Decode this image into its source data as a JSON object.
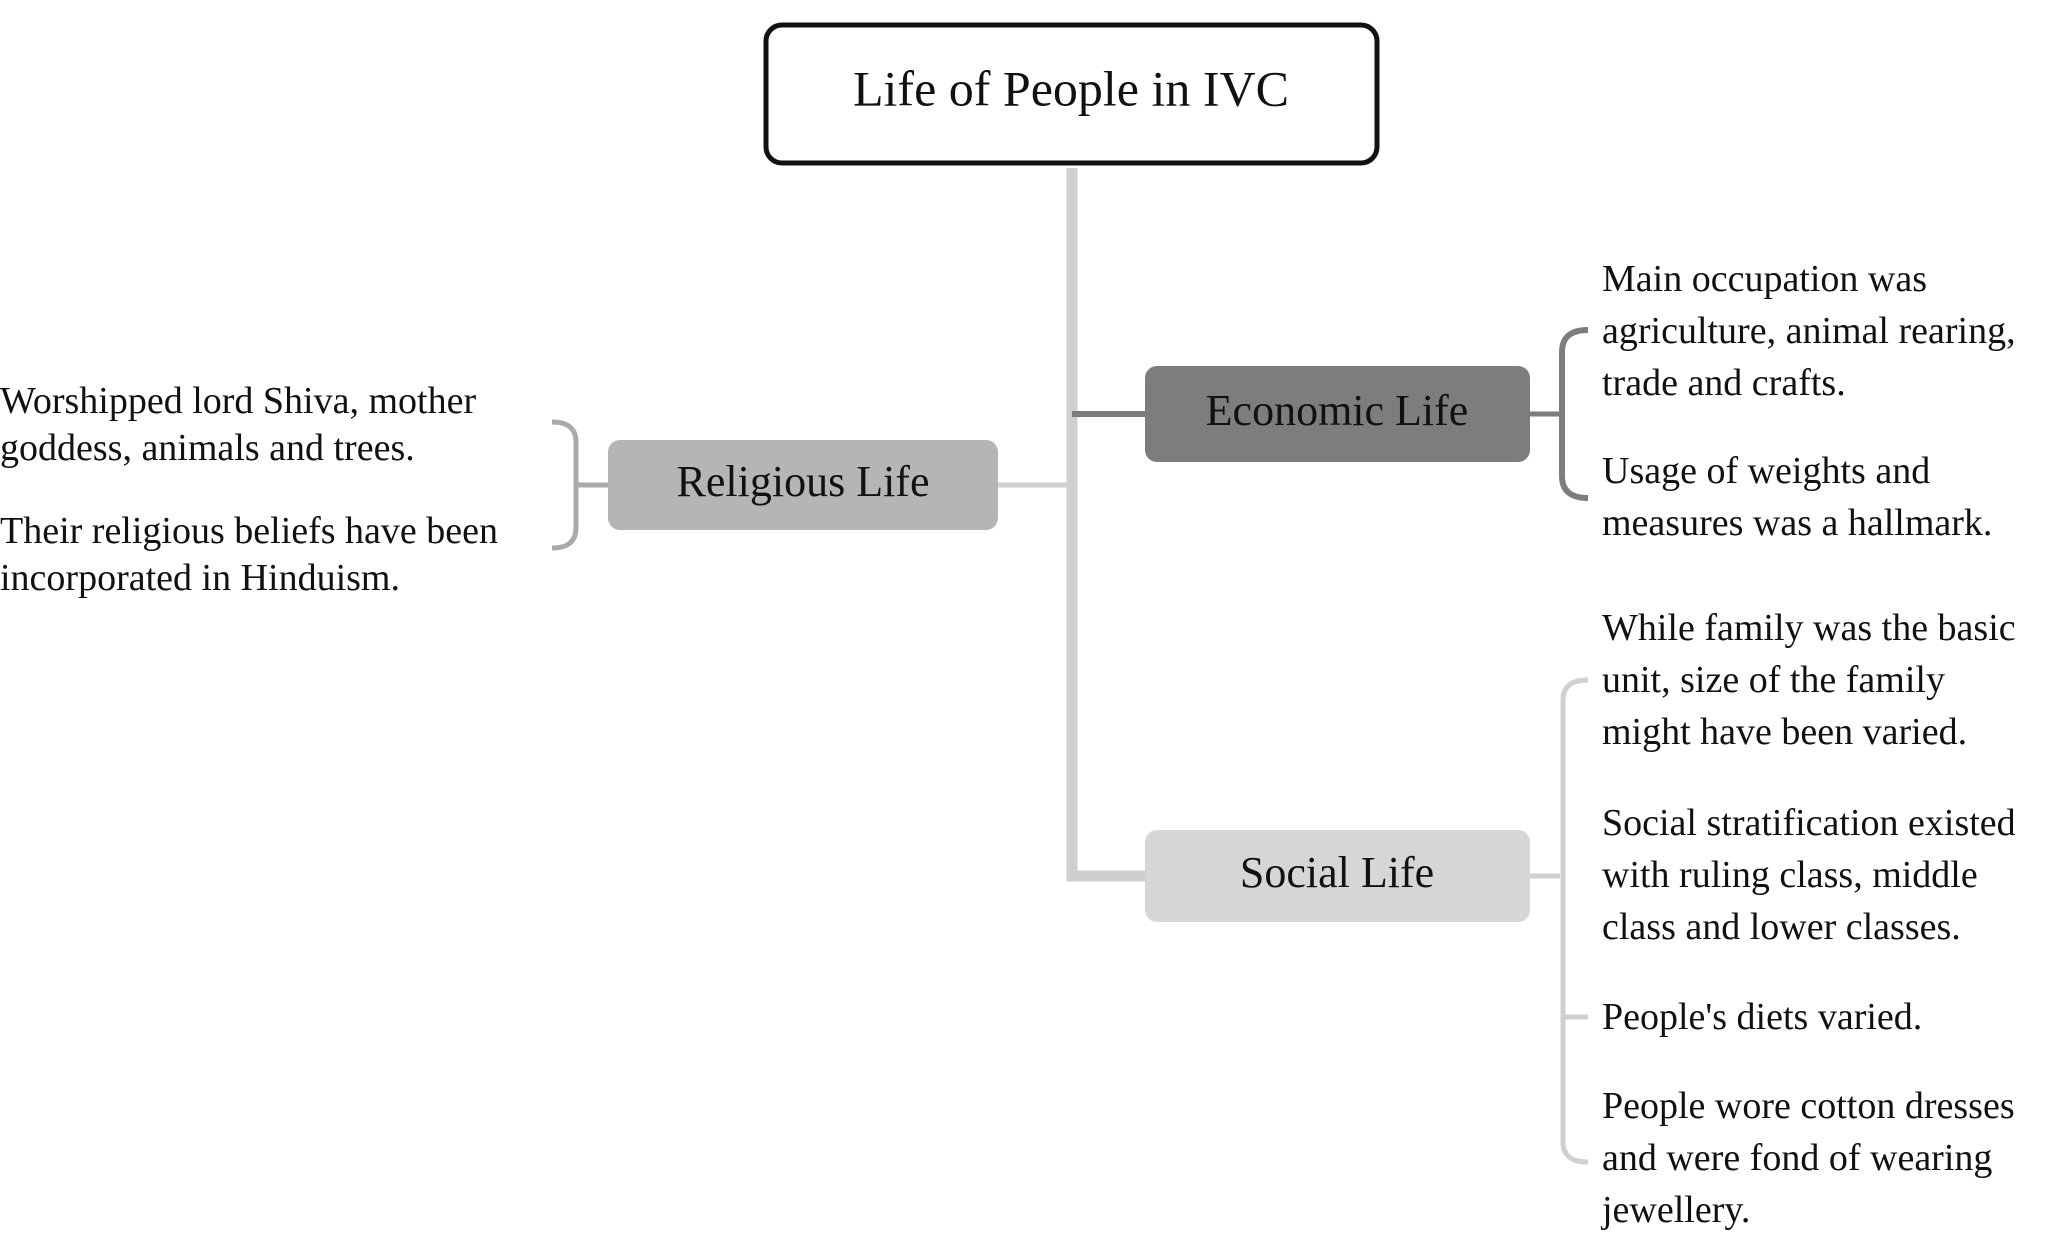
{
  "root": {
    "label": "Life of People in IVC"
  },
  "branches": [
    {
      "id": "religious",
      "label": "Religious Life",
      "fill": "#b5b5b5",
      "items": [
        [
          "Worshipped lord Shiva, mother",
          "goddess, animals and trees."
        ],
        [
          "Their religious beliefs have been",
          "incorporated in Hinduism."
        ]
      ]
    },
    {
      "id": "economic",
      "label": "Economic Life",
      "fill": "#7d7d7d",
      "items": [
        [
          "Main occupation was",
          "agriculture, animal rearing,",
          "trade and crafts."
        ],
        [
          "Usage of weights and",
          "measures was a hallmark."
        ]
      ]
    },
    {
      "id": "social",
      "label": "Social Life",
      "fill": "#d6d6d6",
      "items": [
        [
          "While family was the basic",
          "unit, size of the family",
          "might have been varied."
        ],
        [
          "Social stratification existed",
          "with ruling class, middle",
          "class and lower classes."
        ],
        [
          "People's diets varied."
        ],
        [
          "People wore cotton dresses",
          "and were fond of wearing",
          "jewellery."
        ]
      ]
    }
  ],
  "colors": {
    "root_border": "#111111",
    "connector_main": "#cfcfcf",
    "connector_economic": "#7d7d7d",
    "bracket_religious": "#aaaaaa",
    "bracket_economic": "#7d7d7d",
    "bracket_social": "#d0d0d0",
    "text": "#111111"
  }
}
